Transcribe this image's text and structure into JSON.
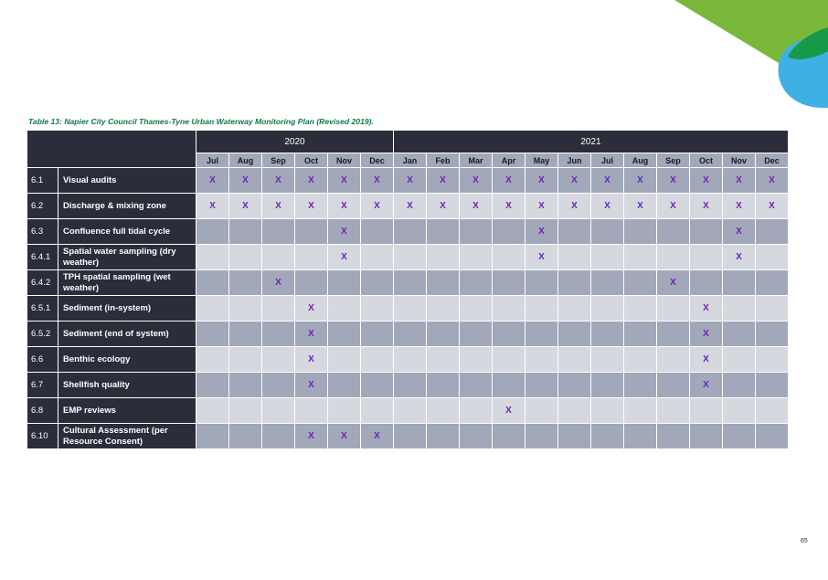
{
  "caption": "Table 13: Napier City Council Thames-Tyne Urban Waterway Monitoring Plan (Revised 2019).",
  "years": [
    "2020",
    "2021"
  ],
  "months": [
    "Jul",
    "Aug",
    "Sep",
    "Oct",
    "Nov",
    "Dec",
    "Jan",
    "Feb",
    "Mar",
    "Apr",
    "May",
    "Jun",
    "Jul",
    "Aug",
    "Sep",
    "Oct",
    "Nov",
    "Dec"
  ],
  "mark": "X",
  "rows": [
    {
      "id": "6.1",
      "label": "Visual audits",
      "marks": [
        1,
        1,
        1,
        1,
        1,
        1,
        1,
        1,
        1,
        1,
        1,
        1,
        1,
        1,
        1,
        1,
        1,
        1
      ]
    },
    {
      "id": "6.2",
      "label": "Discharge & mixing zone",
      "marks": [
        1,
        1,
        1,
        1,
        1,
        1,
        1,
        1,
        1,
        1,
        1,
        1,
        1,
        1,
        1,
        1,
        1,
        1
      ]
    },
    {
      "id": "6.3",
      "label": "Confluence full tidal cycle",
      "marks": [
        0,
        0,
        0,
        0,
        1,
        0,
        0,
        0,
        0,
        0,
        1,
        0,
        0,
        0,
        0,
        0,
        1,
        0
      ]
    },
    {
      "id": "6.4.1",
      "label": "Spatial water sampling (dry weather)",
      "marks": [
        0,
        0,
        0,
        0,
        1,
        0,
        0,
        0,
        0,
        0,
        1,
        0,
        0,
        0,
        0,
        0,
        1,
        0
      ]
    },
    {
      "id": "6.4.2",
      "label": "TPH spatial sampling (wet weather)",
      "marks": [
        0,
        0,
        1,
        0,
        0,
        0,
        0,
        0,
        0,
        0,
        0,
        0,
        0,
        0,
        1,
        0,
        0,
        0
      ]
    },
    {
      "id": "6.5.1",
      "label": "Sediment (in-system)",
      "marks": [
        0,
        0,
        0,
        1,
        0,
        0,
        0,
        0,
        0,
        0,
        0,
        0,
        0,
        0,
        0,
        1,
        0,
        0
      ]
    },
    {
      "id": "6.5.2",
      "label": "Sediment (end of system)",
      "marks": [
        0,
        0,
        0,
        1,
        0,
        0,
        0,
        0,
        0,
        0,
        0,
        0,
        0,
        0,
        0,
        1,
        0,
        0
      ]
    },
    {
      "id": "6.6",
      "label": "Benthic ecology",
      "marks": [
        0,
        0,
        0,
        1,
        0,
        0,
        0,
        0,
        0,
        0,
        0,
        0,
        0,
        0,
        0,
        1,
        0,
        0
      ]
    },
    {
      "id": "6.7",
      "label": "Shellfish quality",
      "marks": [
        0,
        0,
        0,
        1,
        0,
        0,
        0,
        0,
        0,
        0,
        0,
        0,
        0,
        0,
        0,
        1,
        0,
        0
      ]
    },
    {
      "id": "6.8",
      "label": "EMP reviews",
      "marks": [
        0,
        0,
        0,
        0,
        0,
        0,
        0,
        0,
        0,
        1,
        0,
        0,
        0,
        0,
        0,
        0,
        0,
        0
      ]
    },
    {
      "id": "6.10",
      "label": "Cultural Assessment (per Resource Consent)",
      "marks": [
        0,
        0,
        0,
        1,
        1,
        1,
        0,
        0,
        0,
        0,
        0,
        0,
        0,
        0,
        0,
        0,
        0,
        0
      ]
    }
  ],
  "page_number": "65",
  "colors": {
    "header_dark": "#2b2d3a",
    "band_light": "#d5d8df",
    "band_dark": "#a1a8ba",
    "mark": "#6b24b4",
    "caption": "#0f7a42",
    "deco_green": "#7ab83c",
    "deco_dark_green": "#169a4a",
    "deco_blue": "#3fb0e3"
  }
}
